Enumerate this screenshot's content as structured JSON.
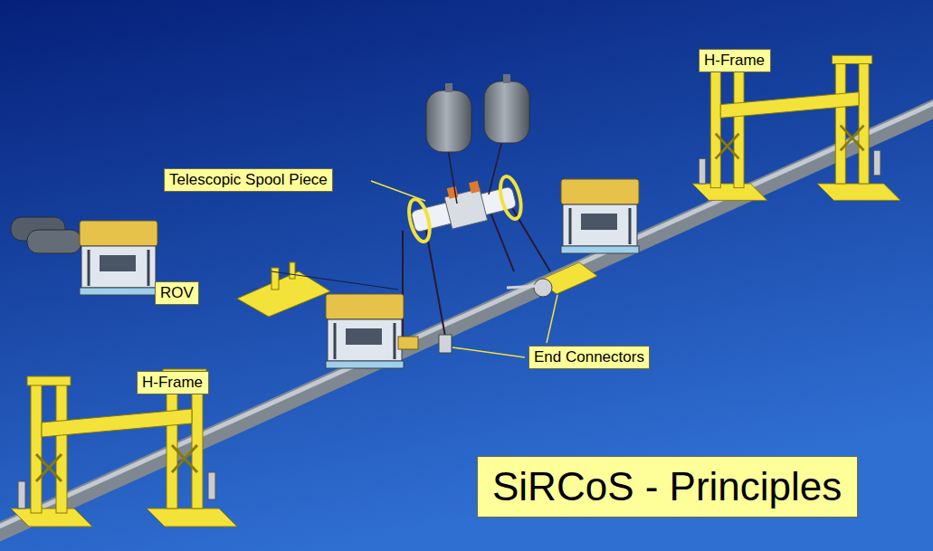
{
  "diagram": {
    "title": "SiRCoS - Principles",
    "nodes": [
      {
        "text": [
          "H-Frame"
        ]
      },
      {
        "text": [
          "Telescopic Spool Piece"
        ]
      },
      {
        "text": [
          "ROV"
        ]
      },
      {
        "text": [
          "End Connectors"
        ]
      },
      {
        "text": [
          "H-Frame"
        ]
      }
    ]
  }
}
